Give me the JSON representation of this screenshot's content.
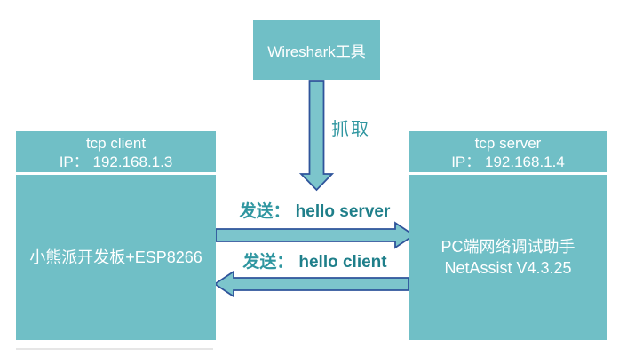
{
  "colors": {
    "box_fill": "#70bfc6",
    "arrow_fill": "#7cc5cc",
    "arrow_border": "#2f549b",
    "label_teal": "#2f96a0",
    "message_teal": "#1f7f8a",
    "box_text": "#ffffff"
  },
  "wireshark": {
    "label": "Wireshark工具"
  },
  "capture": {
    "label": "抓取"
  },
  "client_box": {
    "title": "tcp client",
    "ip": "IP： 192.168.1.3",
    "body": "小熊派开发板+ESP8266"
  },
  "server_box": {
    "title": "tcp server",
    "ip": "IP： 192.168.1.4",
    "body_line1": "PC端网络调试助手",
    "body_line2": "NetAssist V4.3.25"
  },
  "messages": {
    "to_server_prefix": "发送：",
    "to_server_text": "hello server",
    "to_client_prefix": "发送：",
    "to_client_text": "hello client"
  }
}
